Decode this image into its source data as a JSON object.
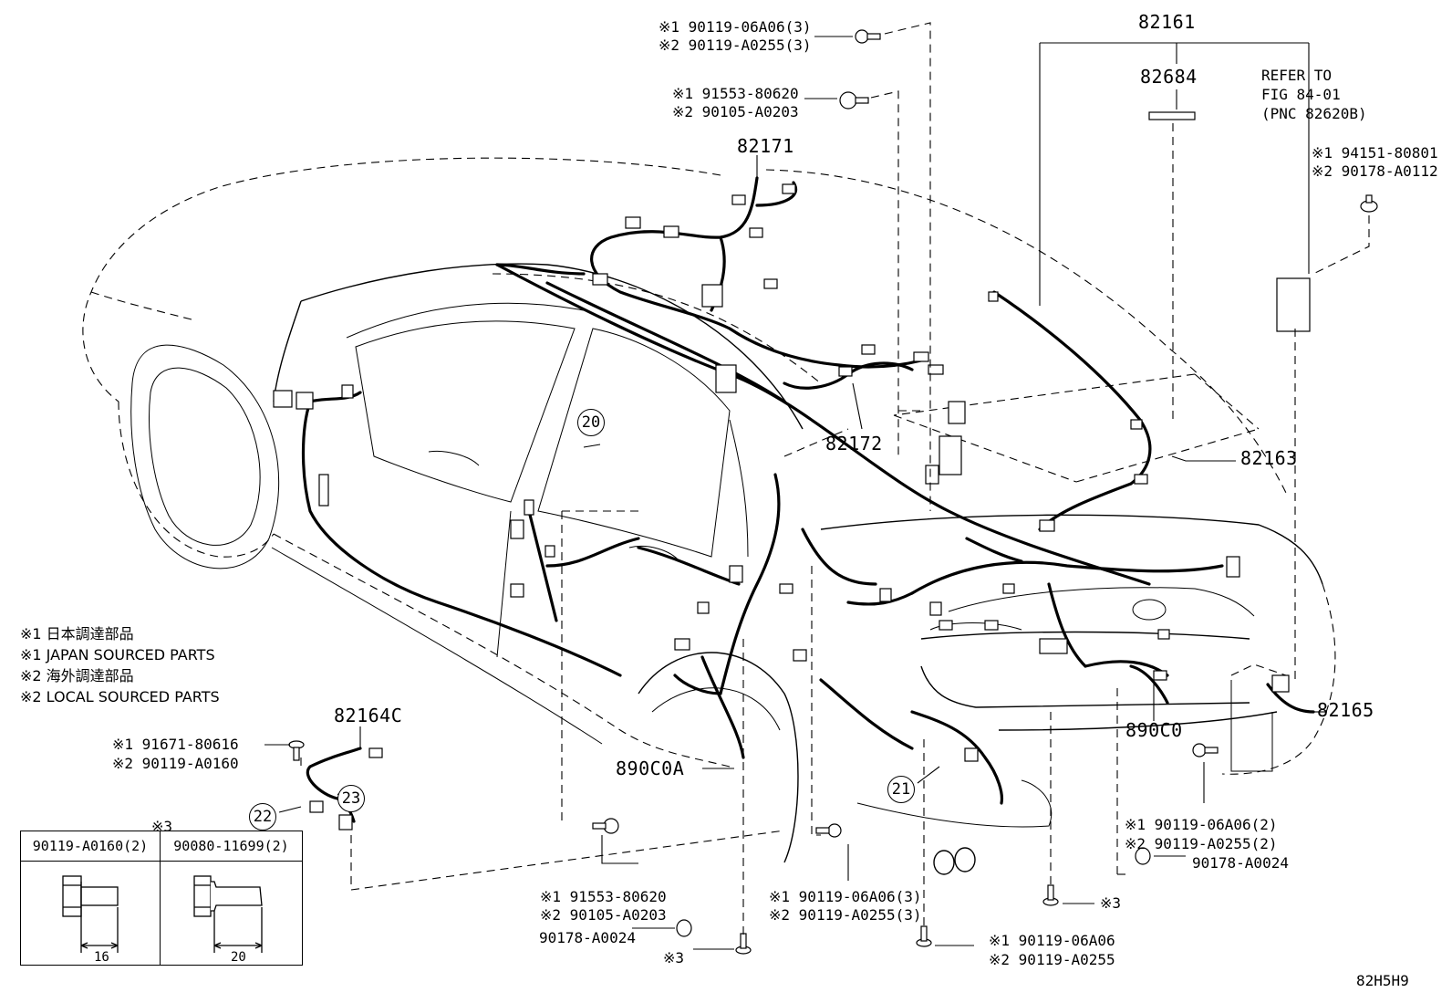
{
  "diagram": {
    "figure_code": "82H5H9",
    "part_numbers": {
      "n82161": "82161",
      "n82684": "82684",
      "n82171": "82171",
      "n82172": "82172",
      "n82163": "82163",
      "n82164c": "82164C",
      "n82165": "82165",
      "n890c0a": "890C0A",
      "n890c0": "890C0"
    },
    "refer_note": {
      "line1": "REFER TO",
      "line2": "FIG 84-01",
      "line3": "(PNC 82620B)"
    },
    "callouts": {
      "top_bolt": {
        "l1": "※1 90119-06A06(3)",
        "l2": "※2 90119-A0255(3)"
      },
      "roof_clip": {
        "l1": "※1 91553-80620",
        "l2": "※2 90105-A0203"
      },
      "right_nut": {
        "l1": "※1 94151-80801",
        "l2": "※2 90178-A0112"
      },
      "left_bolt": {
        "l1": "※1 91671-80616",
        "l2": "※2 90119-A0160"
      },
      "bottom_clip": {
        "l1": "※1 91553-80620",
        "l2": "※2 90105-A0203"
      },
      "bottom_nut": {
        "l1": "90178-A0024"
      },
      "bottom_mid_bolt": {
        "l1": "※1 90119-06A06(3)",
        "l2": "※2 90119-A0255(3)"
      },
      "bottom_right_bolt": {
        "l1": "※1 90119-06A06",
        "l2": "※2 90119-A0255"
      },
      "right_bolt2": {
        "l1": "※1 90119-06A06(2)",
        "l2": "※2 90119-A0255(2)"
      },
      "right_nut2": {
        "l1": "90178-A0024"
      },
      "mark3_a": "※3",
      "mark3_b": "※3",
      "mark3_header": "※3"
    },
    "circles": {
      "c20": "20",
      "c21": "21",
      "c22": "22",
      "c23": "23"
    },
    "legend": {
      "l1": "※1 日本調達部品",
      "l2": "※1 JAPAN SOURCED PARTS",
      "l3": "※2 海外調達部品",
      "l4": "※2 LOCAL SOURCED PARTS"
    },
    "table": {
      "col1_header": "90119-A0160(2)",
      "col2_header": "90080-11699(2)",
      "col1_dim": "16",
      "col2_dim": "20"
    }
  }
}
